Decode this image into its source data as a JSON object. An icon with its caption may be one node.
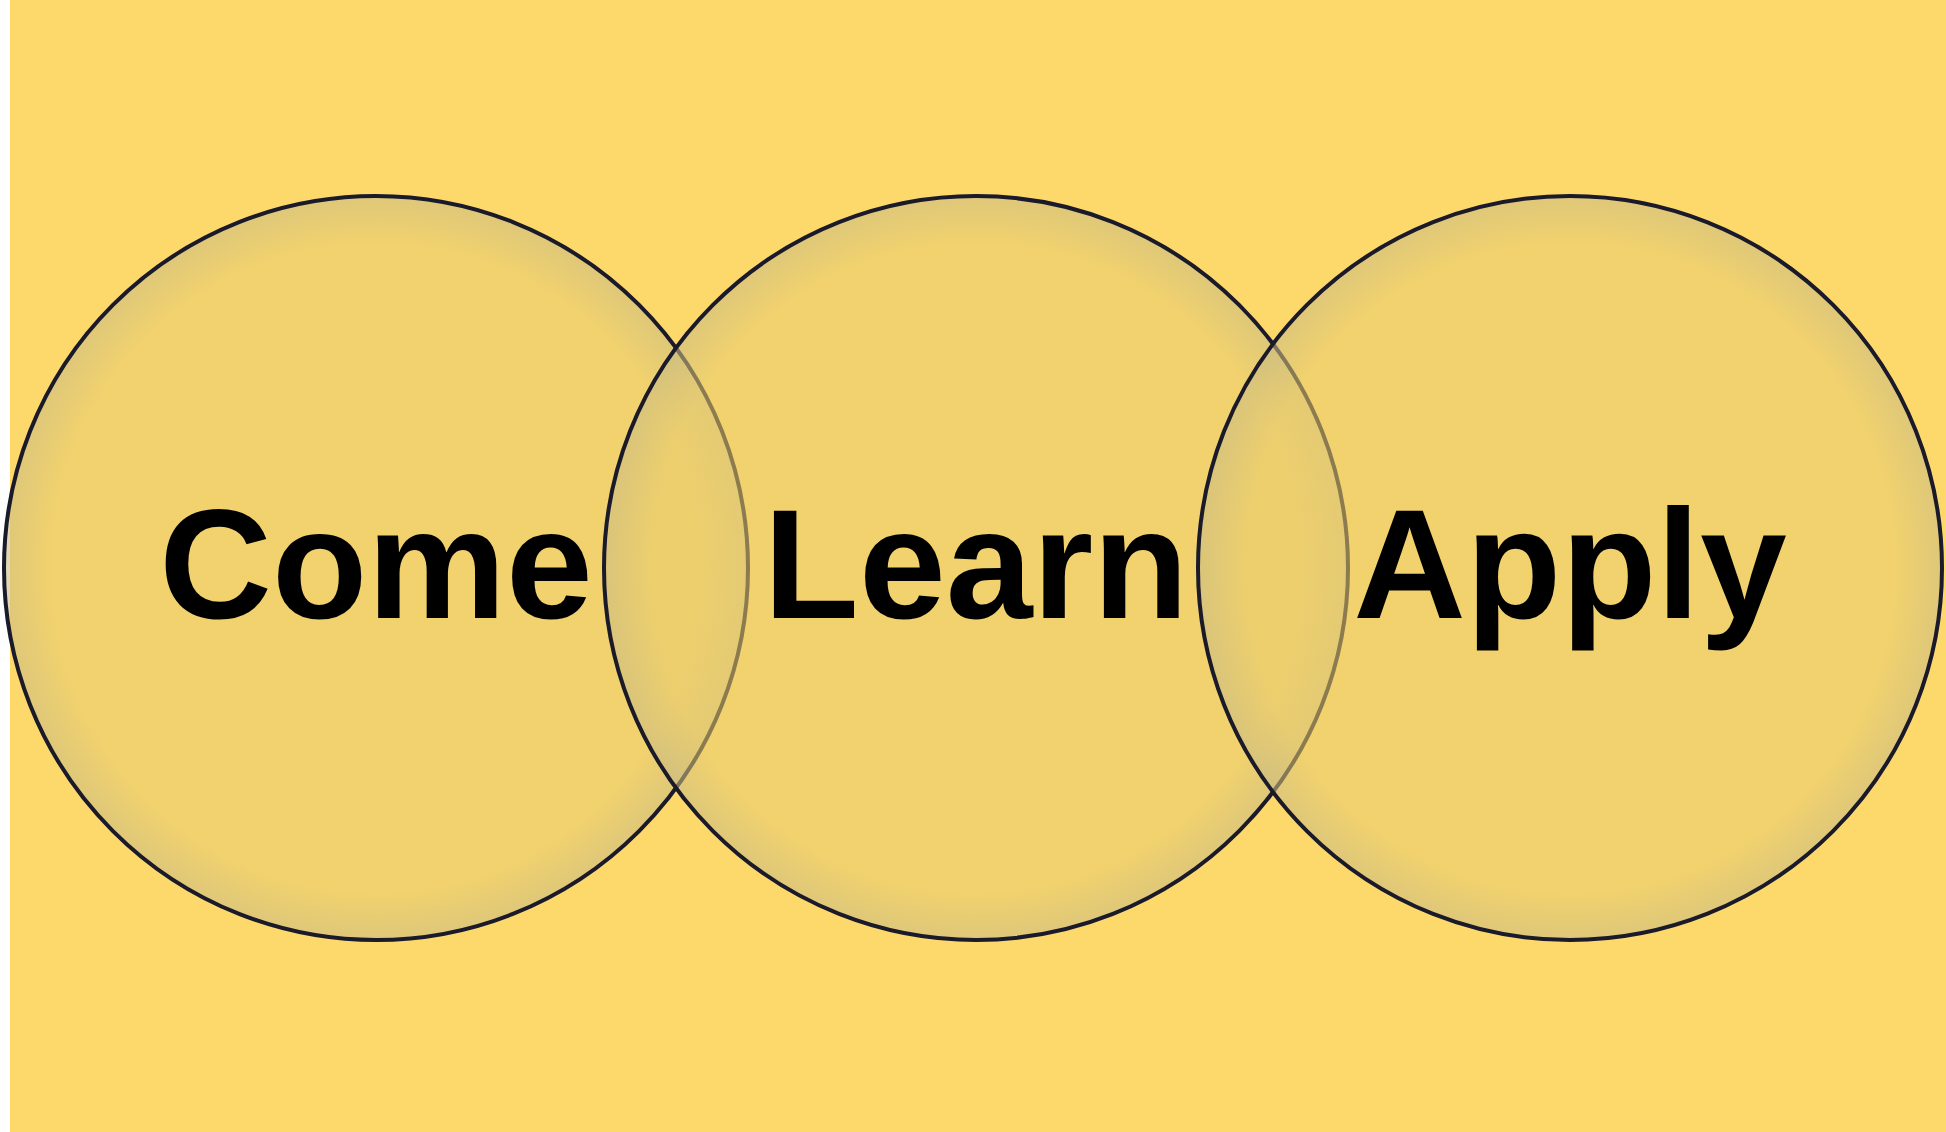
{
  "diagram": {
    "nodes": [
      {
        "text": [
          "Come"
        ]
      },
      {
        "text": [
          "Learn"
        ]
      },
      {
        "text": [
          "Apply"
        ]
      }
    ]
  }
}
